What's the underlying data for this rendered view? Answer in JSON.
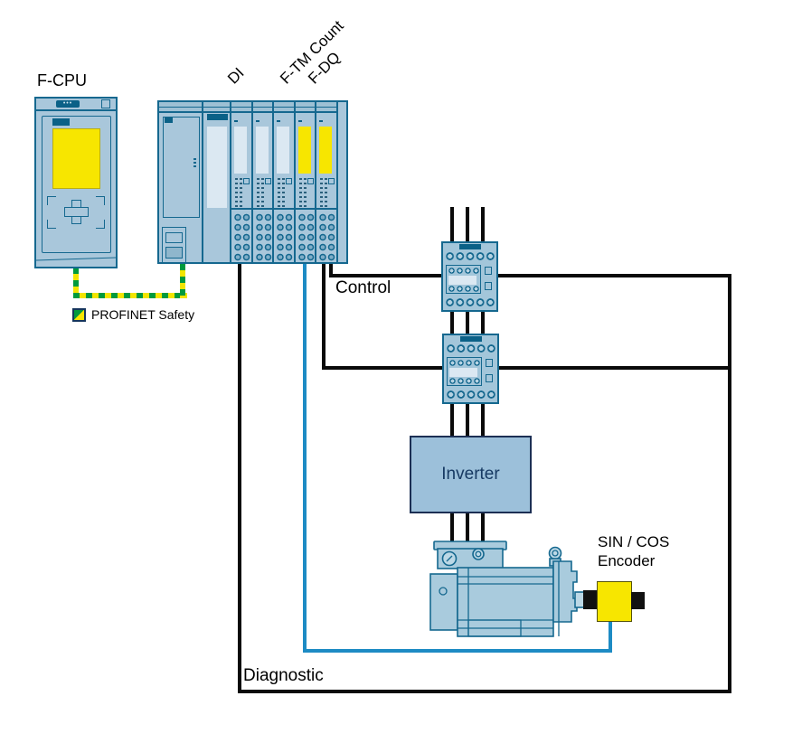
{
  "labels": {
    "fcpu": "F-CPU",
    "module_di": "DI",
    "module_ftm_count": "F-TM Count",
    "module_fdq": "F-DQ",
    "profinet": "PROFINET Safety",
    "control": "Control",
    "diagnostic": "Diagnostic",
    "inverter": "Inverter",
    "encoder_line1": "SIN / COS",
    "encoder_line2": "Encoder"
  },
  "icons": {
    "profinet_legend": "diagonal-split-square-green-yellow"
  },
  "colors": {
    "body": "#a9c7db",
    "body_light": "#bcd6e4",
    "stroke": "#15688f",
    "dark": "#0b6187",
    "panel": "#dbe8f2",
    "yellow": "#f7e600",
    "wire_blue": "#1d8bc4",
    "green": "#009a3d",
    "wire_yellow": "#f2e500",
    "black": "#0a0a0a",
    "inverter_fill": "#9cc0da",
    "inverter_stroke": "#1c2f54",
    "inverter_text": "#173a63"
  }
}
